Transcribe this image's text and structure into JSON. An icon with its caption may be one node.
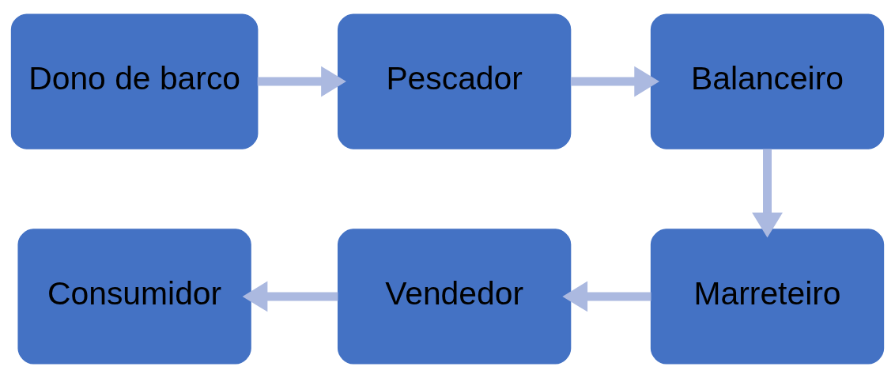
{
  "diagram": {
    "nodes": [
      {
        "text": [
          "Dono de barco"
        ]
      },
      {
        "text": [
          "Pescador"
        ]
      },
      {
        "text": [
          "Balanceiro"
        ]
      },
      {
        "text": [
          "Marreteiro"
        ]
      },
      {
        "text": [
          "Vendedor"
        ]
      },
      {
        "text": [
          "Consumidor"
        ]
      }
    ],
    "edges": [
      {
        "from": 0,
        "to": 1,
        "arrow": "to"
      },
      {
        "from": 1,
        "to": 2,
        "arrow": "to"
      },
      {
        "from": 2,
        "to": 3,
        "arrow": "to"
      },
      {
        "from": 3,
        "to": 4,
        "arrow": "to"
      },
      {
        "from": 4,
        "to": 5,
        "arrow": "to"
      }
    ]
  }
}
